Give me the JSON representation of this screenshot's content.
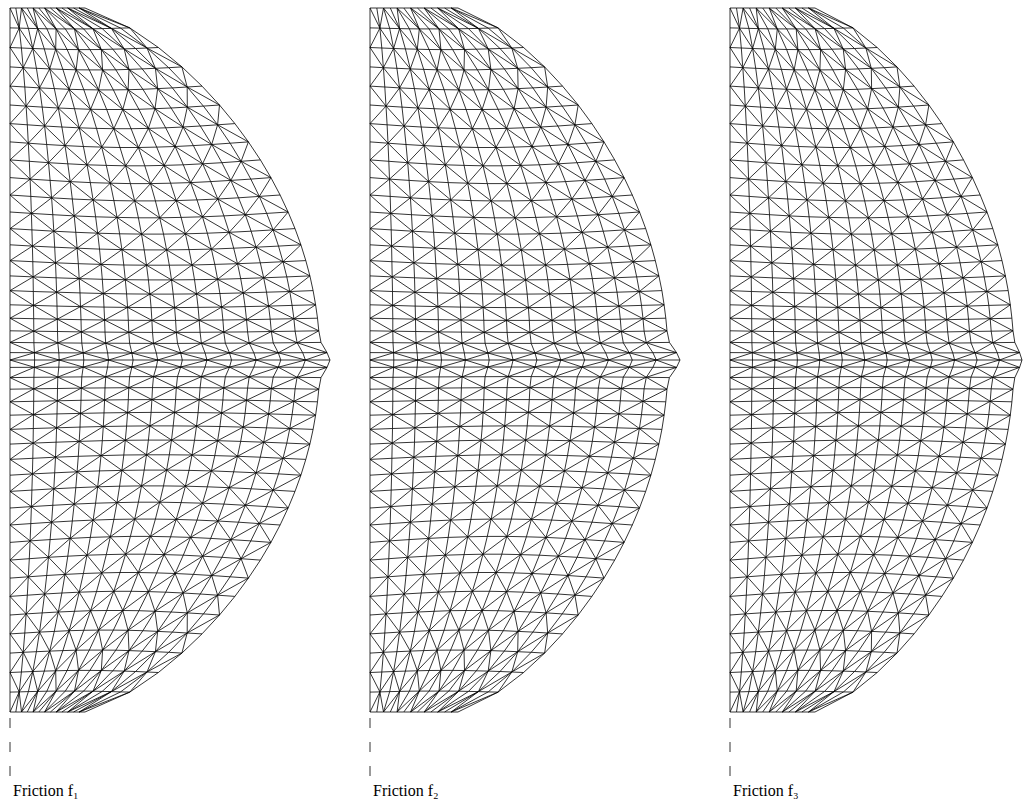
{
  "diagram": {
    "labels": [
      "Friction f₁",
      "Friction f₂",
      "Friction f₃"
    ]
  }
}
